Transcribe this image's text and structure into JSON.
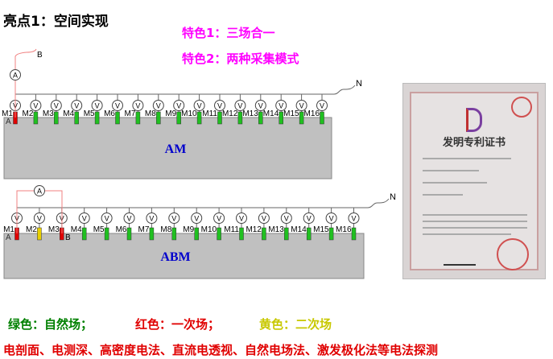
{
  "title": "亮点1：空间实现",
  "features": [
    "特色1：三场合一",
    "特色2：两种采集模式"
  ],
  "diagram_am": {
    "label": "AM",
    "electrodes": [
      "M1",
      "M2",
      "M3",
      "M4",
      "M5",
      "M6",
      "M7",
      "M8",
      "M9",
      "M10",
      "M11",
      "M12",
      "M13",
      "M14",
      "M15",
      "M16"
    ],
    "roles": [
      "red",
      "green",
      "green",
      "green",
      "green",
      "green",
      "green",
      "green",
      "green",
      "green",
      "green",
      "green",
      "green",
      "green",
      "green",
      "green"
    ],
    "voltmeter": "V",
    "ammeter": "A",
    "point_a": "A",
    "point_b": "B",
    "remote": "N"
  },
  "diagram_abm": {
    "label": "ABM",
    "electrodes": [
      "M1",
      "M2",
      "M3",
      "M4",
      "M5",
      "M6",
      "M7",
      "M8",
      "M9",
      "M10",
      "M11",
      "M12",
      "M13",
      "M14",
      "M15",
      "M16"
    ],
    "roles": [
      "red",
      "yellow",
      "red",
      "green",
      "green",
      "green",
      "green",
      "green",
      "green",
      "green",
      "green",
      "green",
      "green",
      "green",
      "green",
      "green"
    ],
    "voltmeter": "V",
    "ammeter": "A",
    "point_a": "A",
    "point_b": "B",
    "remote": "N"
  },
  "legend": [
    {
      "text": "绿色：自然场；",
      "color": "#008000"
    },
    {
      "text": "红色：一次场；",
      "color": "#e00000"
    },
    {
      "text": "黄色：二次场",
      "color": "#c8c800"
    }
  ],
  "colors": {
    "red": "#e00000",
    "green": "#20c020",
    "yellow": "#e8d000"
  },
  "certificate": {
    "title": "发明专利证书"
  },
  "methods": "电剖面、电测深、高密度电法、直流电透视、自然电场法、激发极化法等电法探测"
}
